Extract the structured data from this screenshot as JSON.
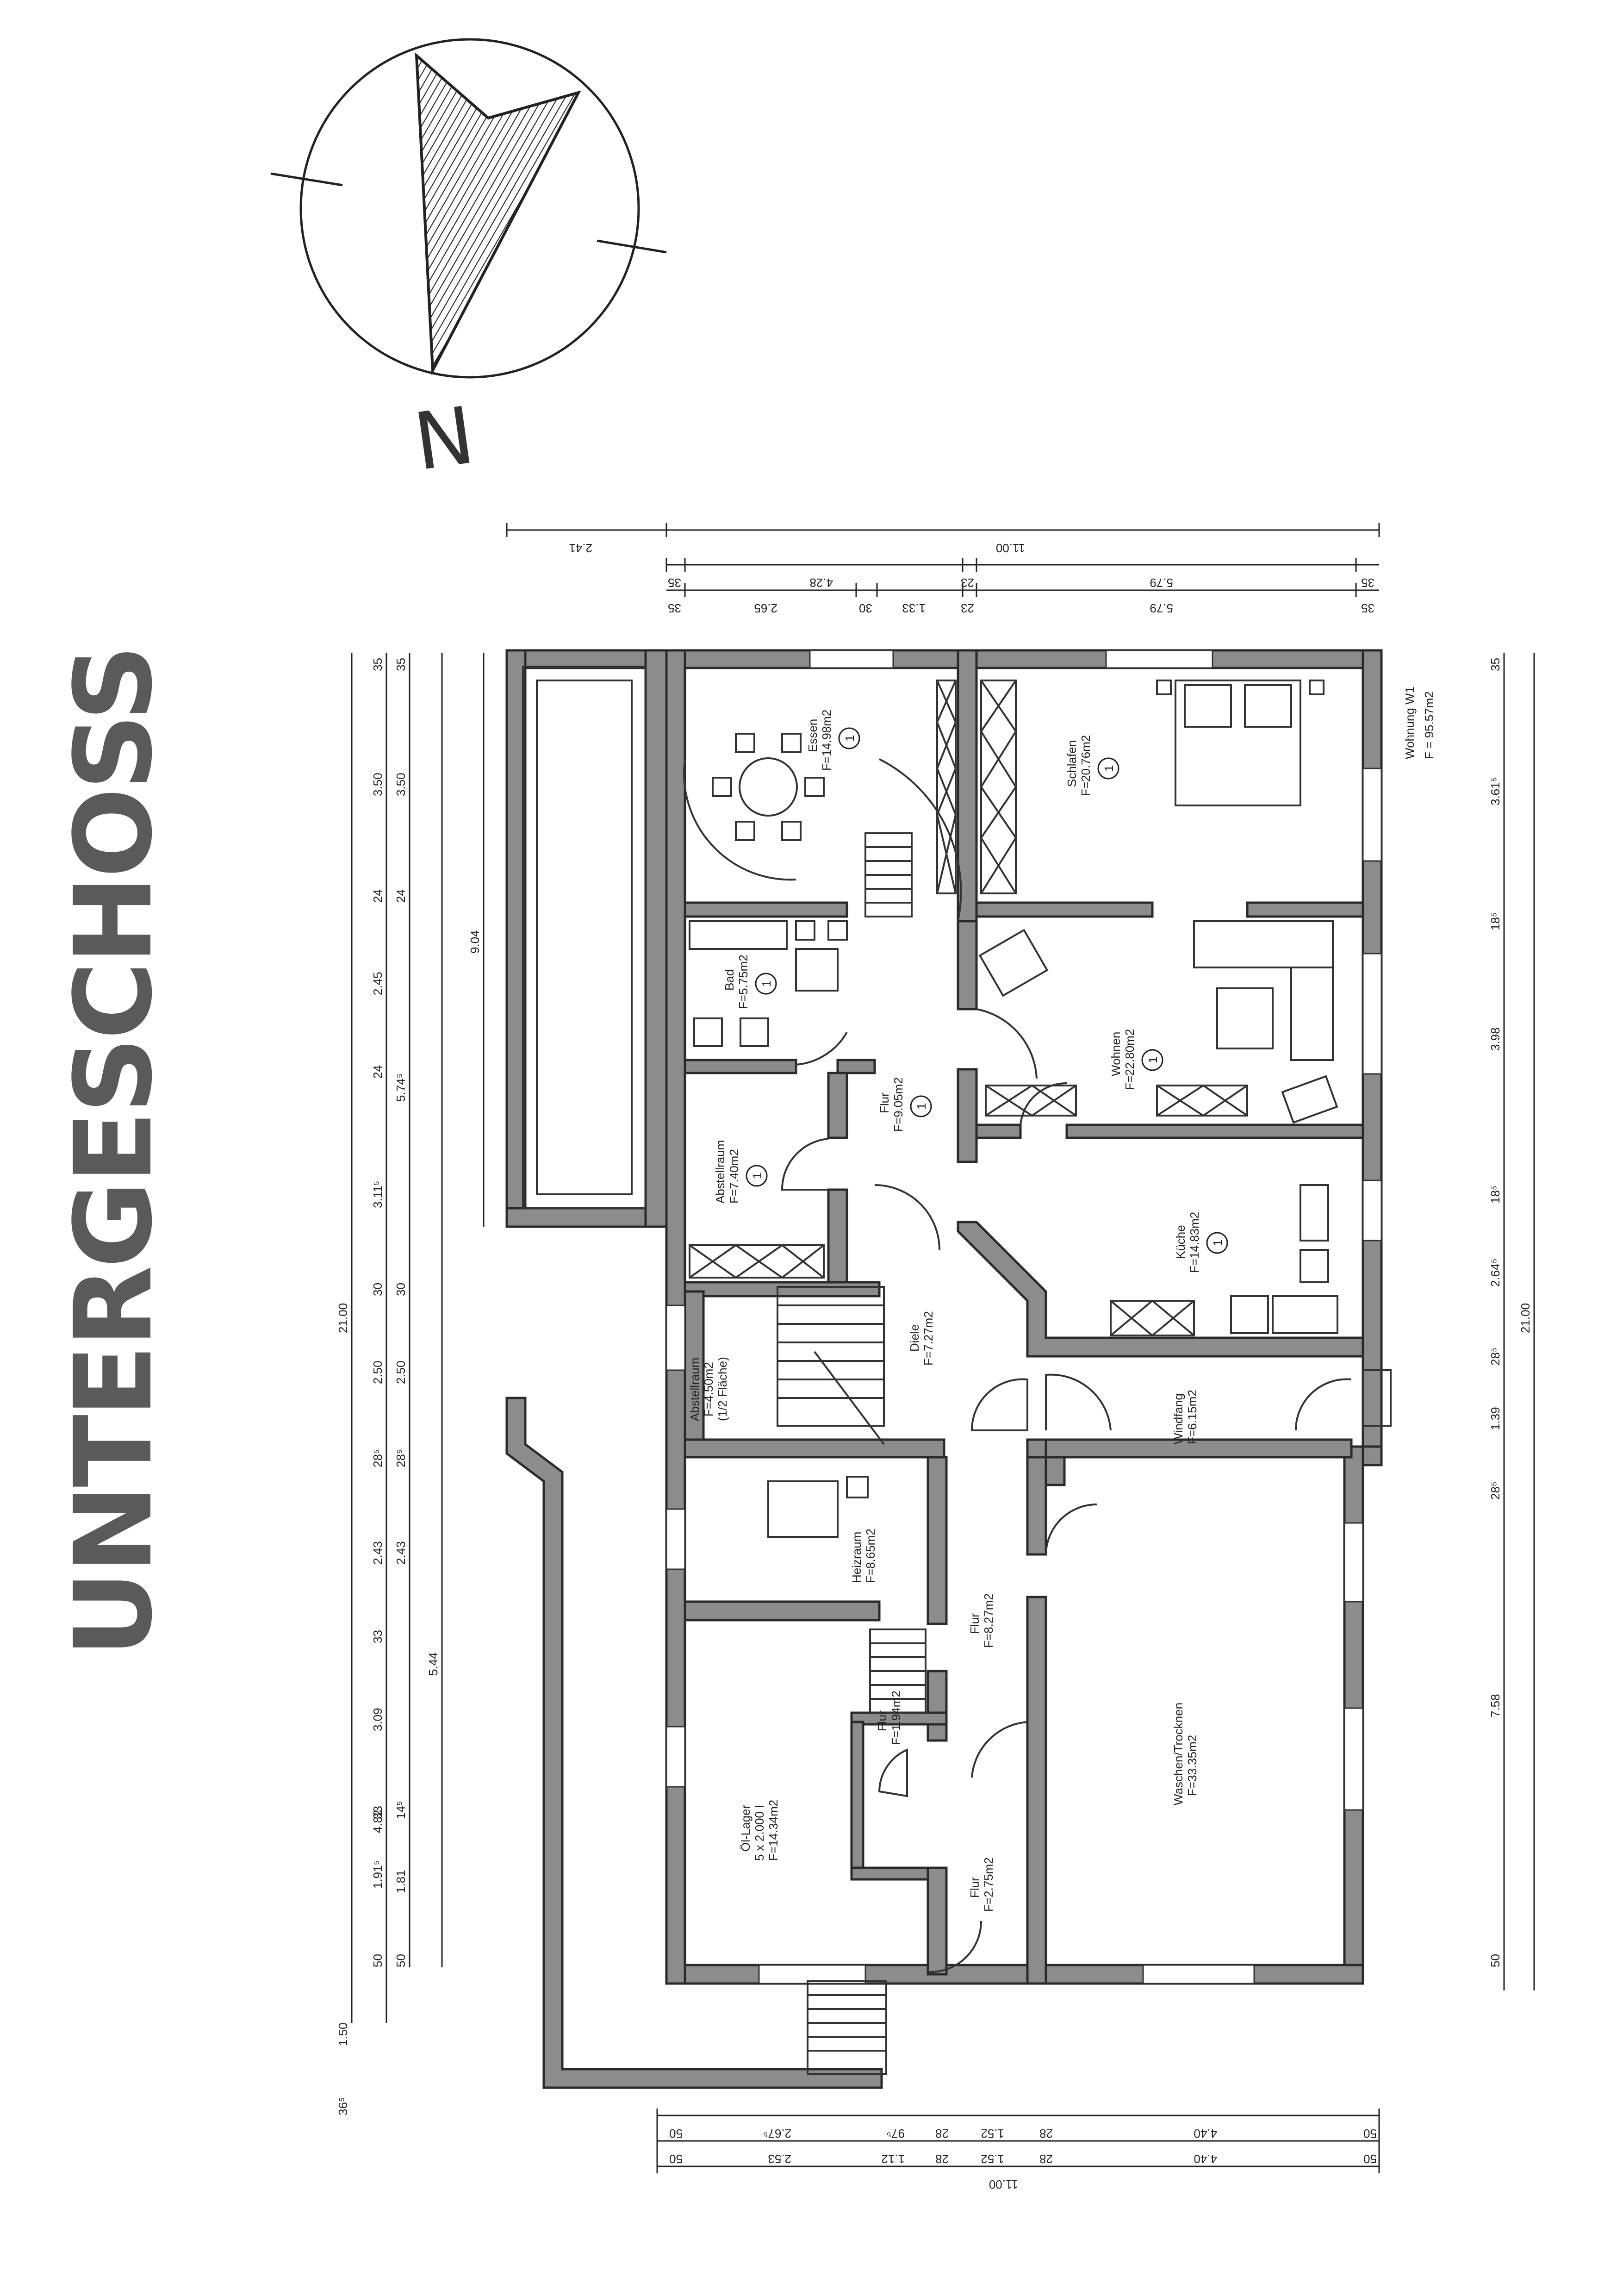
{
  "title": "UNTERGESCHOSS",
  "north_label": "N",
  "apartment": {
    "name": "Wohnung W1",
    "area": "F  =  95.57m2"
  },
  "rooms": {
    "essen": {
      "name": "Essen",
      "area": "F=14.98m2",
      "num": "1"
    },
    "schlafen": {
      "name": "Schlafen",
      "area": "F=20.76m2",
      "num": "1"
    },
    "bad": {
      "name": "Bad",
      "area": "F=5.75m2",
      "num": "1"
    },
    "wohnen": {
      "name": "Wohnen",
      "area": "F=22.80m2",
      "num": "1"
    },
    "flur1": {
      "name": "Flur",
      "area": "F=9.05m2",
      "num": "1"
    },
    "abstell1": {
      "name": "Abstellraum",
      "area": "F=7.40m2",
      "num": "1"
    },
    "kueche": {
      "name": "Küche",
      "area": "F=14.83m2",
      "num": "1"
    },
    "diele": {
      "name": "Diele",
      "area": "F=7.27m2"
    },
    "abstell2": {
      "name": "Abstellraum",
      "area": "F=4.50m2",
      "note": "(1/2 Fläche)"
    },
    "windfang": {
      "name": "Windfang",
      "area": "F=6.15m2"
    },
    "heizraum": {
      "name": "Heizraum",
      "area": "F=8.65m2"
    },
    "flur2": {
      "name": "Flur",
      "area": "F=8.27m2"
    },
    "flur3": {
      "name": "Flur",
      "area": "F=1.94m2"
    },
    "waschen": {
      "name": "Waschen/Trocknen",
      "area": "F=33.35m2"
    },
    "oellager": {
      "name": "Öl-Lager",
      "line2": "5  x  2.000  l",
      "area": "F=14.34m2"
    },
    "flur4": {
      "name": "Flur",
      "area": "F=2.75m2"
    }
  },
  "dims": {
    "top_overall": "11.00",
    "top_left": "2.41",
    "top_row2": [
      "35",
      "4.28",
      "23",
      "5.79",
      "35"
    ],
    "top_row3": [
      "35",
      "2.65",
      "30",
      "1.33",
      "23",
      "5.79",
      "35"
    ],
    "left_col1": [
      "35",
      "3.50",
      "24",
      "2.45",
      "24",
      "3.11⁵",
      "30",
      "2.50",
      "28⁵",
      "2.43",
      "33",
      "3.09",
      "33",
      "1.91⁵",
      "50",
      "1.50",
      "36⁵"
    ],
    "left_col2": [
      "35",
      "3.50",
      "24",
      "5.74⁵",
      "30",
      "2.50",
      "28⁵",
      "2.43",
      "14⁵",
      "1.81",
      "50"
    ],
    "left_overall": "21.00",
    "left_mid1": "9.04",
    "left_mid2": "5.44",
    "left_mid3": "4.82",
    "right_col": [
      "35",
      "3.61⁵",
      "18⁵",
      "3.98",
      "18⁵",
      "2.64⁵",
      "28⁵",
      "1.39",
      "28⁵",
      "7.58",
      "50"
    ],
    "right_overall": "21.00",
    "bottom_row1": [
      "50",
      "2.67⁵",
      "97⁵",
      "28",
      "1.52",
      "28",
      "4.40",
      "50"
    ],
    "bottom_row2": [
      "50",
      "2.53",
      "1.12",
      "28",
      "1.52",
      "28",
      "4.40",
      "50"
    ],
    "bottom_overall": "11.00"
  }
}
